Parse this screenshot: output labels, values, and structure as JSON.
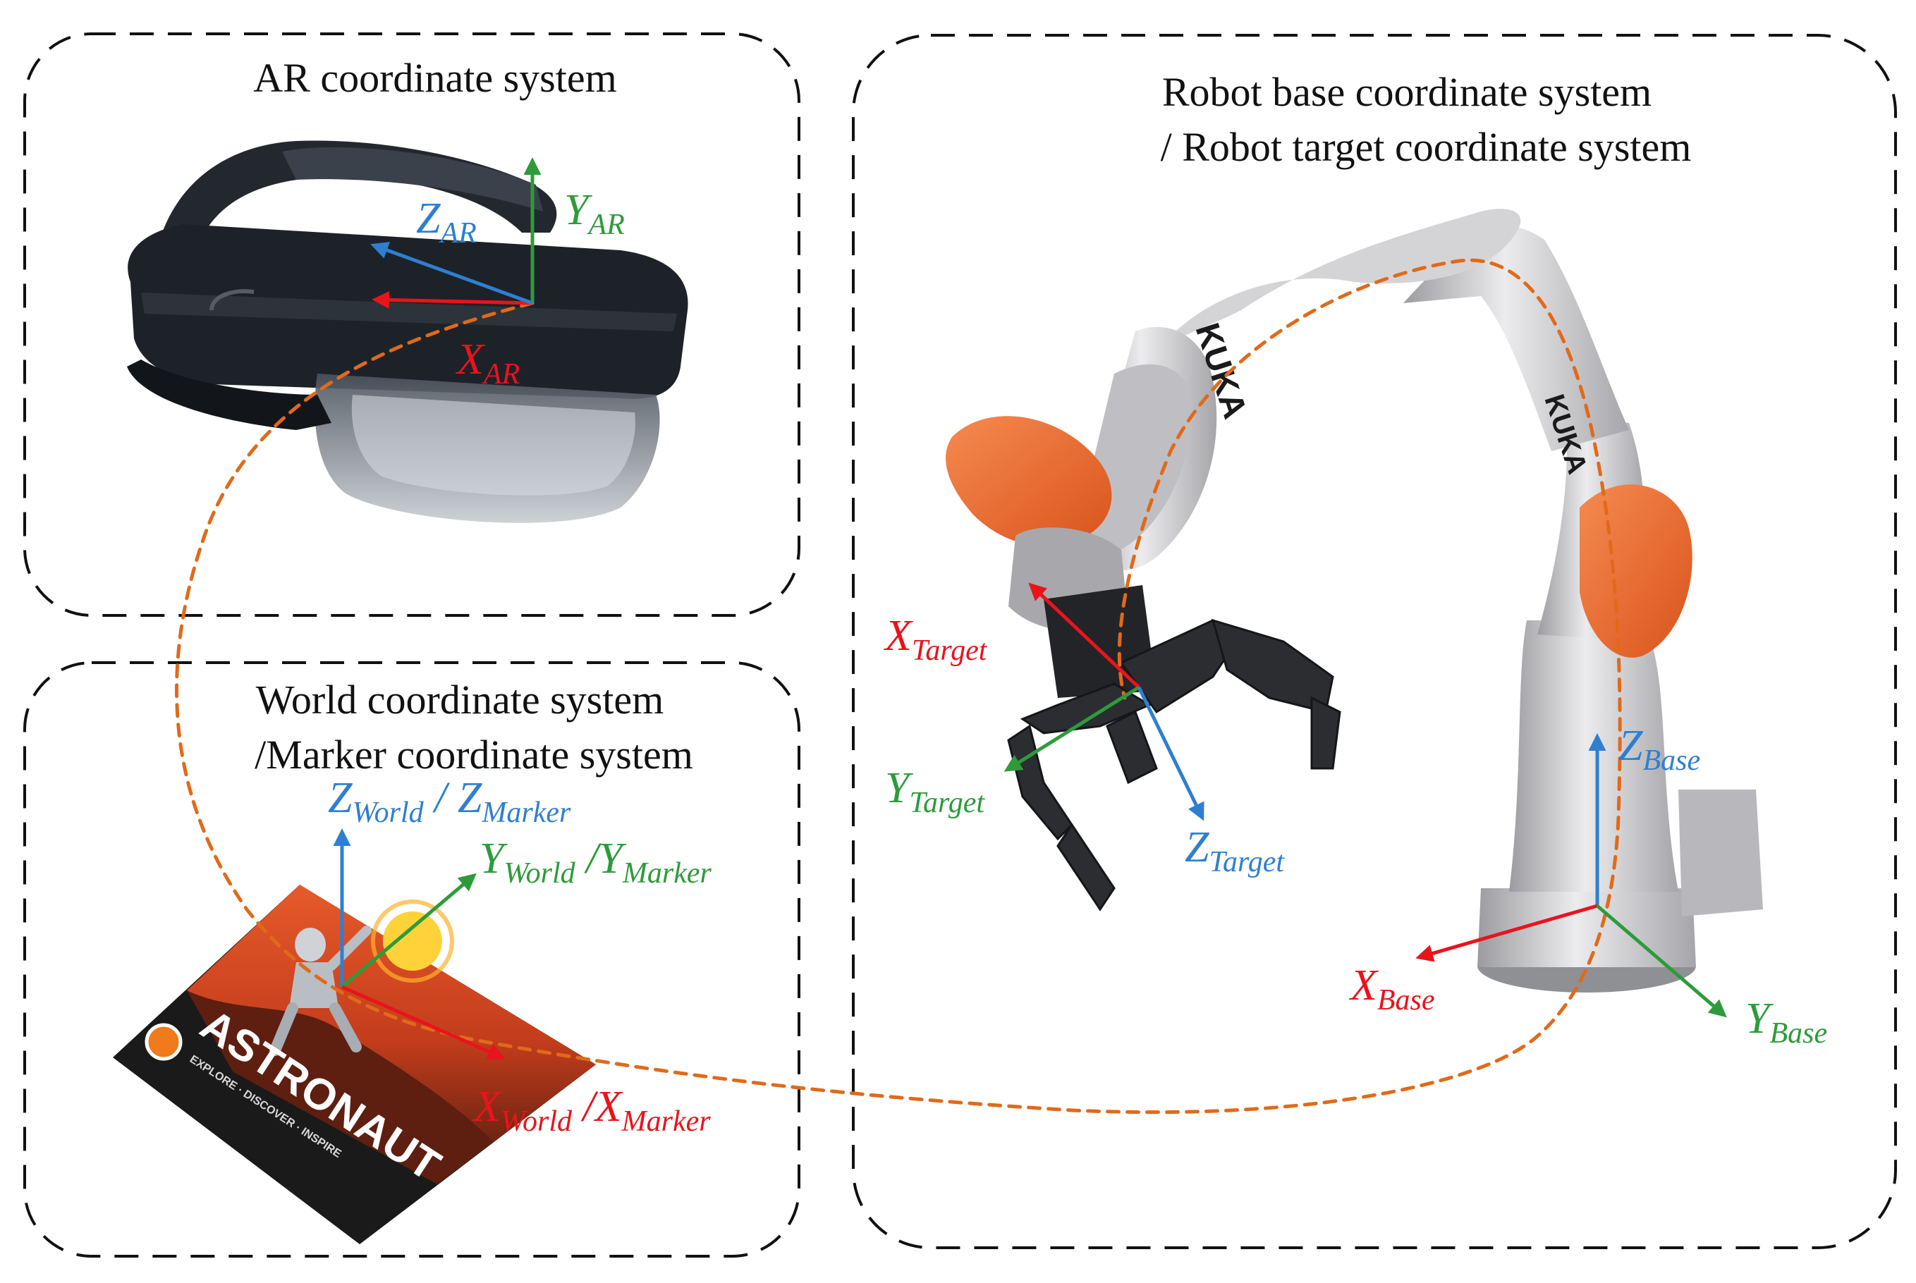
{
  "colors": {
    "x_axis": "#e8141c",
    "y_axis": "#2e9b3a",
    "z_axis": "#2f7fd1",
    "path": "#e06a1a",
    "robot_orange": "#ef6a2c",
    "robot_gray": "#c7c7c9",
    "headset": "#1d2228"
  },
  "panels": {
    "ar": {
      "title": "AR coordinate system"
    },
    "world": {
      "title_line1": "World coordinate system",
      "title_line2": "/Marker coordinate system"
    },
    "robot": {
      "title_line1": "Robot base coordinate system",
      "title_line2": "/ Robot target coordinate system"
    }
  },
  "labels": {
    "ar": {
      "x": {
        "main": "X",
        "sub": "AR"
      },
      "y": {
        "main": "Y",
        "sub": "AR"
      },
      "z": {
        "main": "Z",
        "sub": "AR"
      }
    },
    "world": {
      "z": {
        "main": "Z",
        "sub": "World",
        "sep": " / ",
        "main2": "Z",
        "sub2": "Marker"
      },
      "y": {
        "main": "Y",
        "sub": "World",
        "sep": " /",
        "main2": "Y",
        "sub2": "Marker"
      },
      "x": {
        "main": "X",
        "sub": "World",
        "sep": " /",
        "main2": "X",
        "sub2": "Marker"
      }
    },
    "target": {
      "x": {
        "main": "X",
        "sub": "Target"
      },
      "y": {
        "main": "Y",
        "sub": "Target"
      },
      "z": {
        "main": "Z",
        "sub": "Target"
      }
    },
    "base": {
      "x": {
        "main": "X",
        "sub": "Base"
      },
      "y": {
        "main": "Y",
        "sub": "Base"
      },
      "z": {
        "main": "Z",
        "sub": "Base"
      }
    }
  },
  "marker_poster": {
    "brand": "ASTRONAUT",
    "tagline": "EXPLORE · DISCOVER · INSPIRE"
  },
  "robot_logo": {
    "upper_arm": "KUKA",
    "lower_arm": "KUKA"
  }
}
